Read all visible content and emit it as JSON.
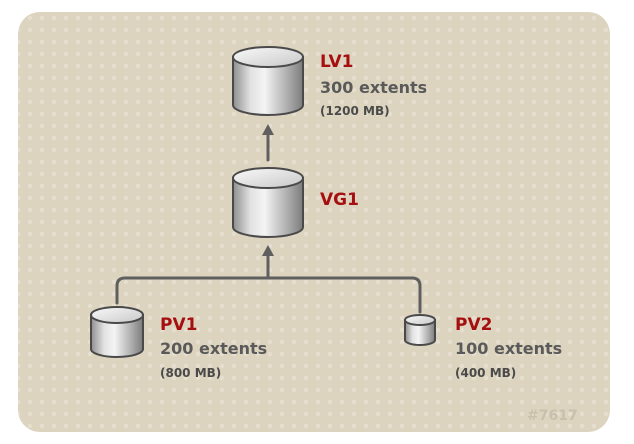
{
  "colors": {
    "panel": "#ddd4c0",
    "panel_dots": "#e6dfcf",
    "title": "#a50f0f",
    "text": "#5a5a5a",
    "size_text": "#4a4a4a",
    "connector": "#5f5f5f",
    "watermark": "#c9c0ab"
  },
  "nodes": {
    "lv1": {
      "title": "LV1",
      "extents": "300 extents",
      "size": "(1200 MB)"
    },
    "vg1": {
      "title": "VG1"
    },
    "pv1": {
      "title": "PV1",
      "extents": "200 extents",
      "size": "(800 MB)"
    },
    "pv2": {
      "title": "PV2",
      "extents": "100 extents",
      "size": "(400 MB)"
    }
  },
  "watermark": "#7617"
}
